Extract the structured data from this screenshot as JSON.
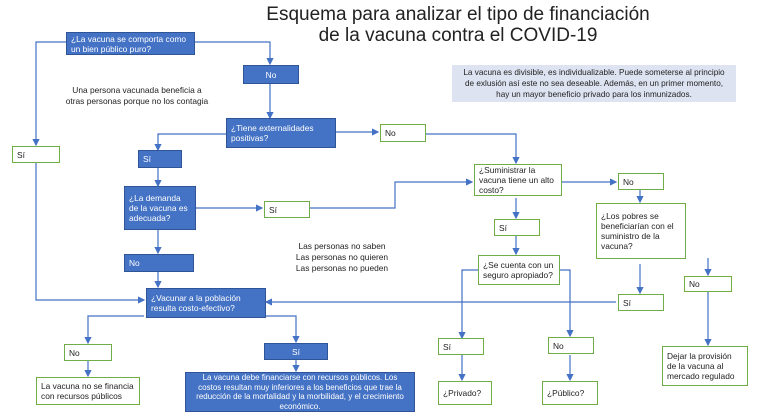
{
  "title": {
    "line1": "Esquema para analizar el tipo de financiación",
    "line2": "de la vacuna contra el COVID-19"
  },
  "nodes": {
    "q_public_good": "¿La vacuna se comporta como un bien público puro?",
    "no_1": "No",
    "externality_note": "Una persona vacunada beneficia a otras personas porque no los contagia",
    "si_left": "Sí",
    "q_externalities": "¿Tiene externalidades positivas?",
    "no_2": "No",
    "si_2": "Sí",
    "divisible_note": "La vacuna es divisible, es individualizable. Puede someterse al principio de exlusión así este no sea deseable. Además, en un primer momento, hay un mayor beneficio privado para los inmunizados.",
    "q_demand": "¿La demanda de la vacuna es adecuada?",
    "si_3": "Sí",
    "q_high_cost": "¿Suministrar la vacuna tiene un alto costo?",
    "no_4": "No",
    "si_4": "Sí",
    "reasons_note": [
      "Las personas no saben",
      "Las personas no quieren",
      "Las personas no pueden"
    ],
    "no_3": "No",
    "q_poor_benefit": "¿Los pobres se beneficiarían con el suministro de la vacuna?",
    "q_insurance": "¿Se cuenta con un seguro apropiado?",
    "q_cost_effective": "¿Vacunar a la población resulta costo-efectivo?",
    "si_5": "Sí",
    "no_6": "No",
    "no_5": "No",
    "si_6": "Sí",
    "si_7": "Sí",
    "no_7": "No",
    "market_leave": "Dejar la provisión de la vacuna al mercado regulado",
    "not_financed": "La vacuna no se financia con recursos públicos",
    "public_financed": "La vacuna debe financiarse con recursos públicos. Los costos resultan muy inferiores a los beneficios que trae la reducción de la mortalidad y la morbilidad, y el crecimiento económico.",
    "private_q": "¿Privado?",
    "public_q": "¿Público?"
  }
}
